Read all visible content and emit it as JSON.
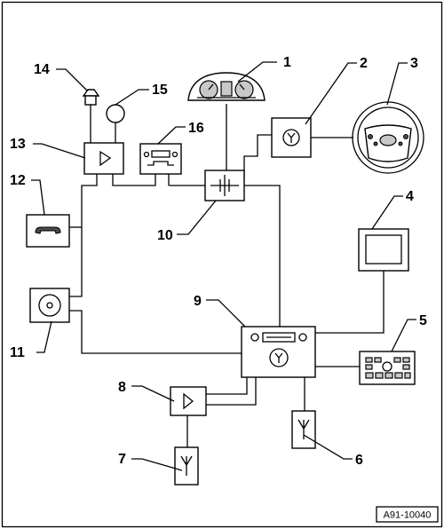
{
  "diagram": {
    "callouts": [
      "1",
      "2",
      "3",
      "4",
      "5",
      "6",
      "7",
      "8",
      "9",
      "10",
      "11",
      "12",
      "13",
      "14",
      "15",
      "16"
    ],
    "reference": "A91-10040"
  }
}
